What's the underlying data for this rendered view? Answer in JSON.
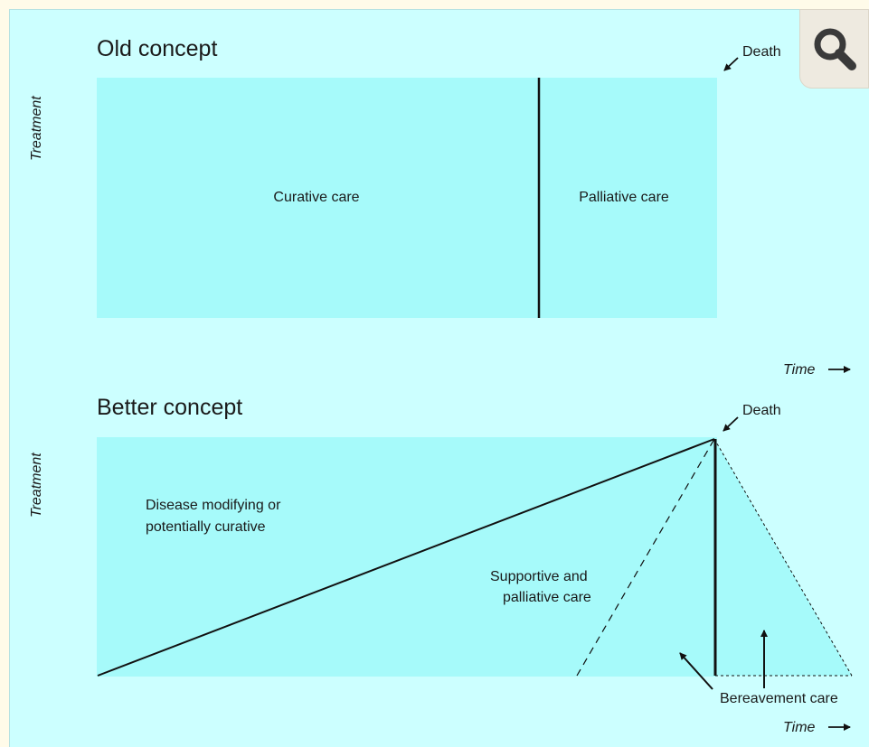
{
  "diagram": {
    "old_concept": {
      "heading": "Old concept",
      "y_label": "Treatment",
      "death_label": "Death",
      "curative_label": "Curative care",
      "palliative_label": "Palliative care",
      "time_label": "Time"
    },
    "better_concept": {
      "heading": "Better concept",
      "y_label": "Treatment",
      "death_label": "Death",
      "disease_label_line1": "Disease modifying or",
      "disease_label_line2": "potentially curative",
      "supportive_label_line1": "Supportive and",
      "supportive_label_line2": "palliative care",
      "bereavement_label": "Bereavement care",
      "time_label": "Time"
    }
  },
  "colors": {
    "background": "#ccffff",
    "box_fill": "#a6fafa",
    "line": "#111111"
  },
  "zoom": {
    "icon": "magnifier-icon"
  }
}
